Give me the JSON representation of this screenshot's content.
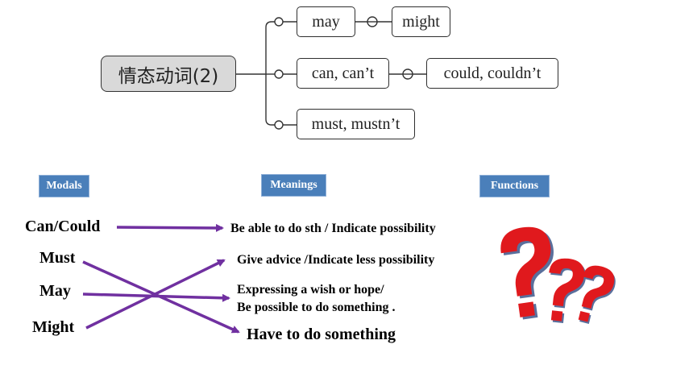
{
  "mindmap": {
    "root": "情态动词(2)",
    "nodes": {
      "may": "may",
      "might": "might",
      "can": "can, can’t",
      "could": "could, couldn’t",
      "must": "must, mustn’t"
    }
  },
  "headers": {
    "modals": "Modals",
    "meanings": "Meanings",
    "functions": "Functions"
  },
  "modals": [
    "Can/Could",
    "Must",
    "May",
    "Might"
  ],
  "meanings": {
    "m1": "Be able to do sth / Indicate  possibility",
    "m2": "Give advice /Indicate less possibility",
    "m3_line1": "Expressing  a wish or hope/",
    "m3_line2": "Be possible to do something .",
    "m4": "Have to do something"
  },
  "colors": {
    "arrow": "#7030a0",
    "header": "#4a7fba",
    "question_mark": "#e0191d",
    "question_shadow": "#5a6f9c"
  },
  "functions_image": "question-marks-icon"
}
